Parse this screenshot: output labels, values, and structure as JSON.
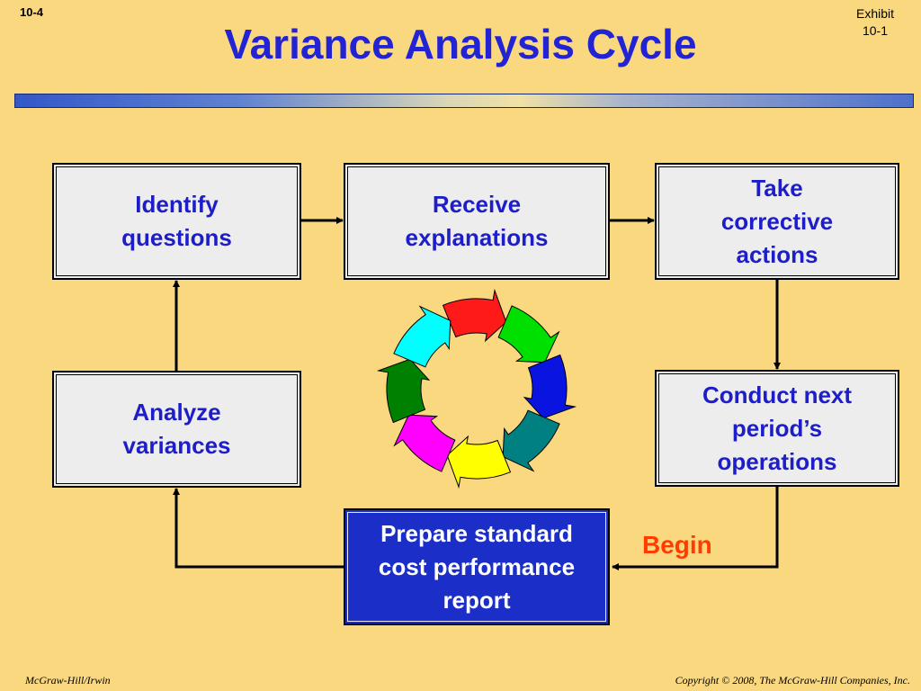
{
  "header": {
    "slide_number": "10-4",
    "exhibit": "Exhibit\n10-1",
    "title": "Variance Analysis Cycle"
  },
  "steps": {
    "identify": "Identify\nquestions",
    "receive": "Receive\nexplanations",
    "corrective": "Take\ncorrective\nactions",
    "conduct": "Conduct next\nperiod’s\noperations",
    "prepare": "Prepare standard\ncost performance\nreport",
    "analyze": "Analyze\nvariances"
  },
  "begin_label": "Begin",
  "cycle_icon": {
    "name": "cycle-arrows-icon",
    "colors": [
      "#ff1a1a",
      "#00e000",
      "#0a14e0",
      "#008080",
      "#ffff00",
      "#ff00ff",
      "#008000",
      "#00ffff"
    ]
  },
  "colors": {
    "background": "#f9d880",
    "title": "#2323d6",
    "box_text": "#1e1ec8",
    "highlight_box": "#1b2fc8",
    "begin": "#ff3c00"
  },
  "footer": {
    "left": "McGraw-Hill/Irwin",
    "right": "Copyright © 2008, The McGraw-Hill Companies, Inc."
  }
}
